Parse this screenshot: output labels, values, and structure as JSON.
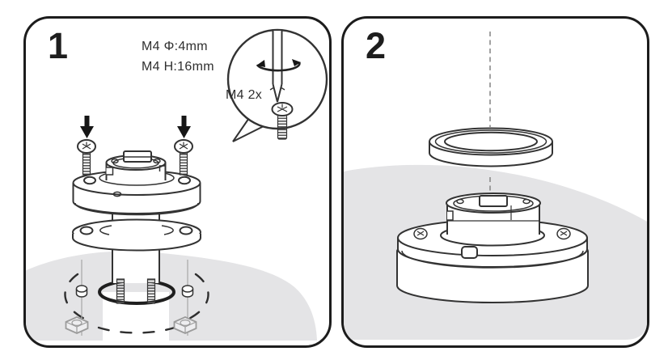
{
  "colors": {
    "background": "#ffffff",
    "panel_border": "#1c1c1c",
    "artwork_line": "#333333",
    "surface_gray": "#e4e4e6",
    "muted_gray": "#9b9b9b",
    "centerline_gray": "#8a8a8a"
  },
  "steps": [
    {
      "number": "1",
      "screw_spec": [
        "M4 Φ:4mm",
        "M4 H:16mm"
      ],
      "callout": {
        "label": "M4 2x"
      },
      "icons": [
        "down-arrow-icon",
        "machine-screw-icon",
        "screwdriver-icon",
        "rotation-arrow-icon",
        "speech-bubble-callout",
        "hex-nut-icon",
        "ceiling-surface",
        "exploded-mount-base"
      ]
    },
    {
      "number": "2",
      "icons": [
        "alignment-centerline",
        "trim-ring",
        "mounted-base",
        "ceiling-surface"
      ]
    }
  ]
}
